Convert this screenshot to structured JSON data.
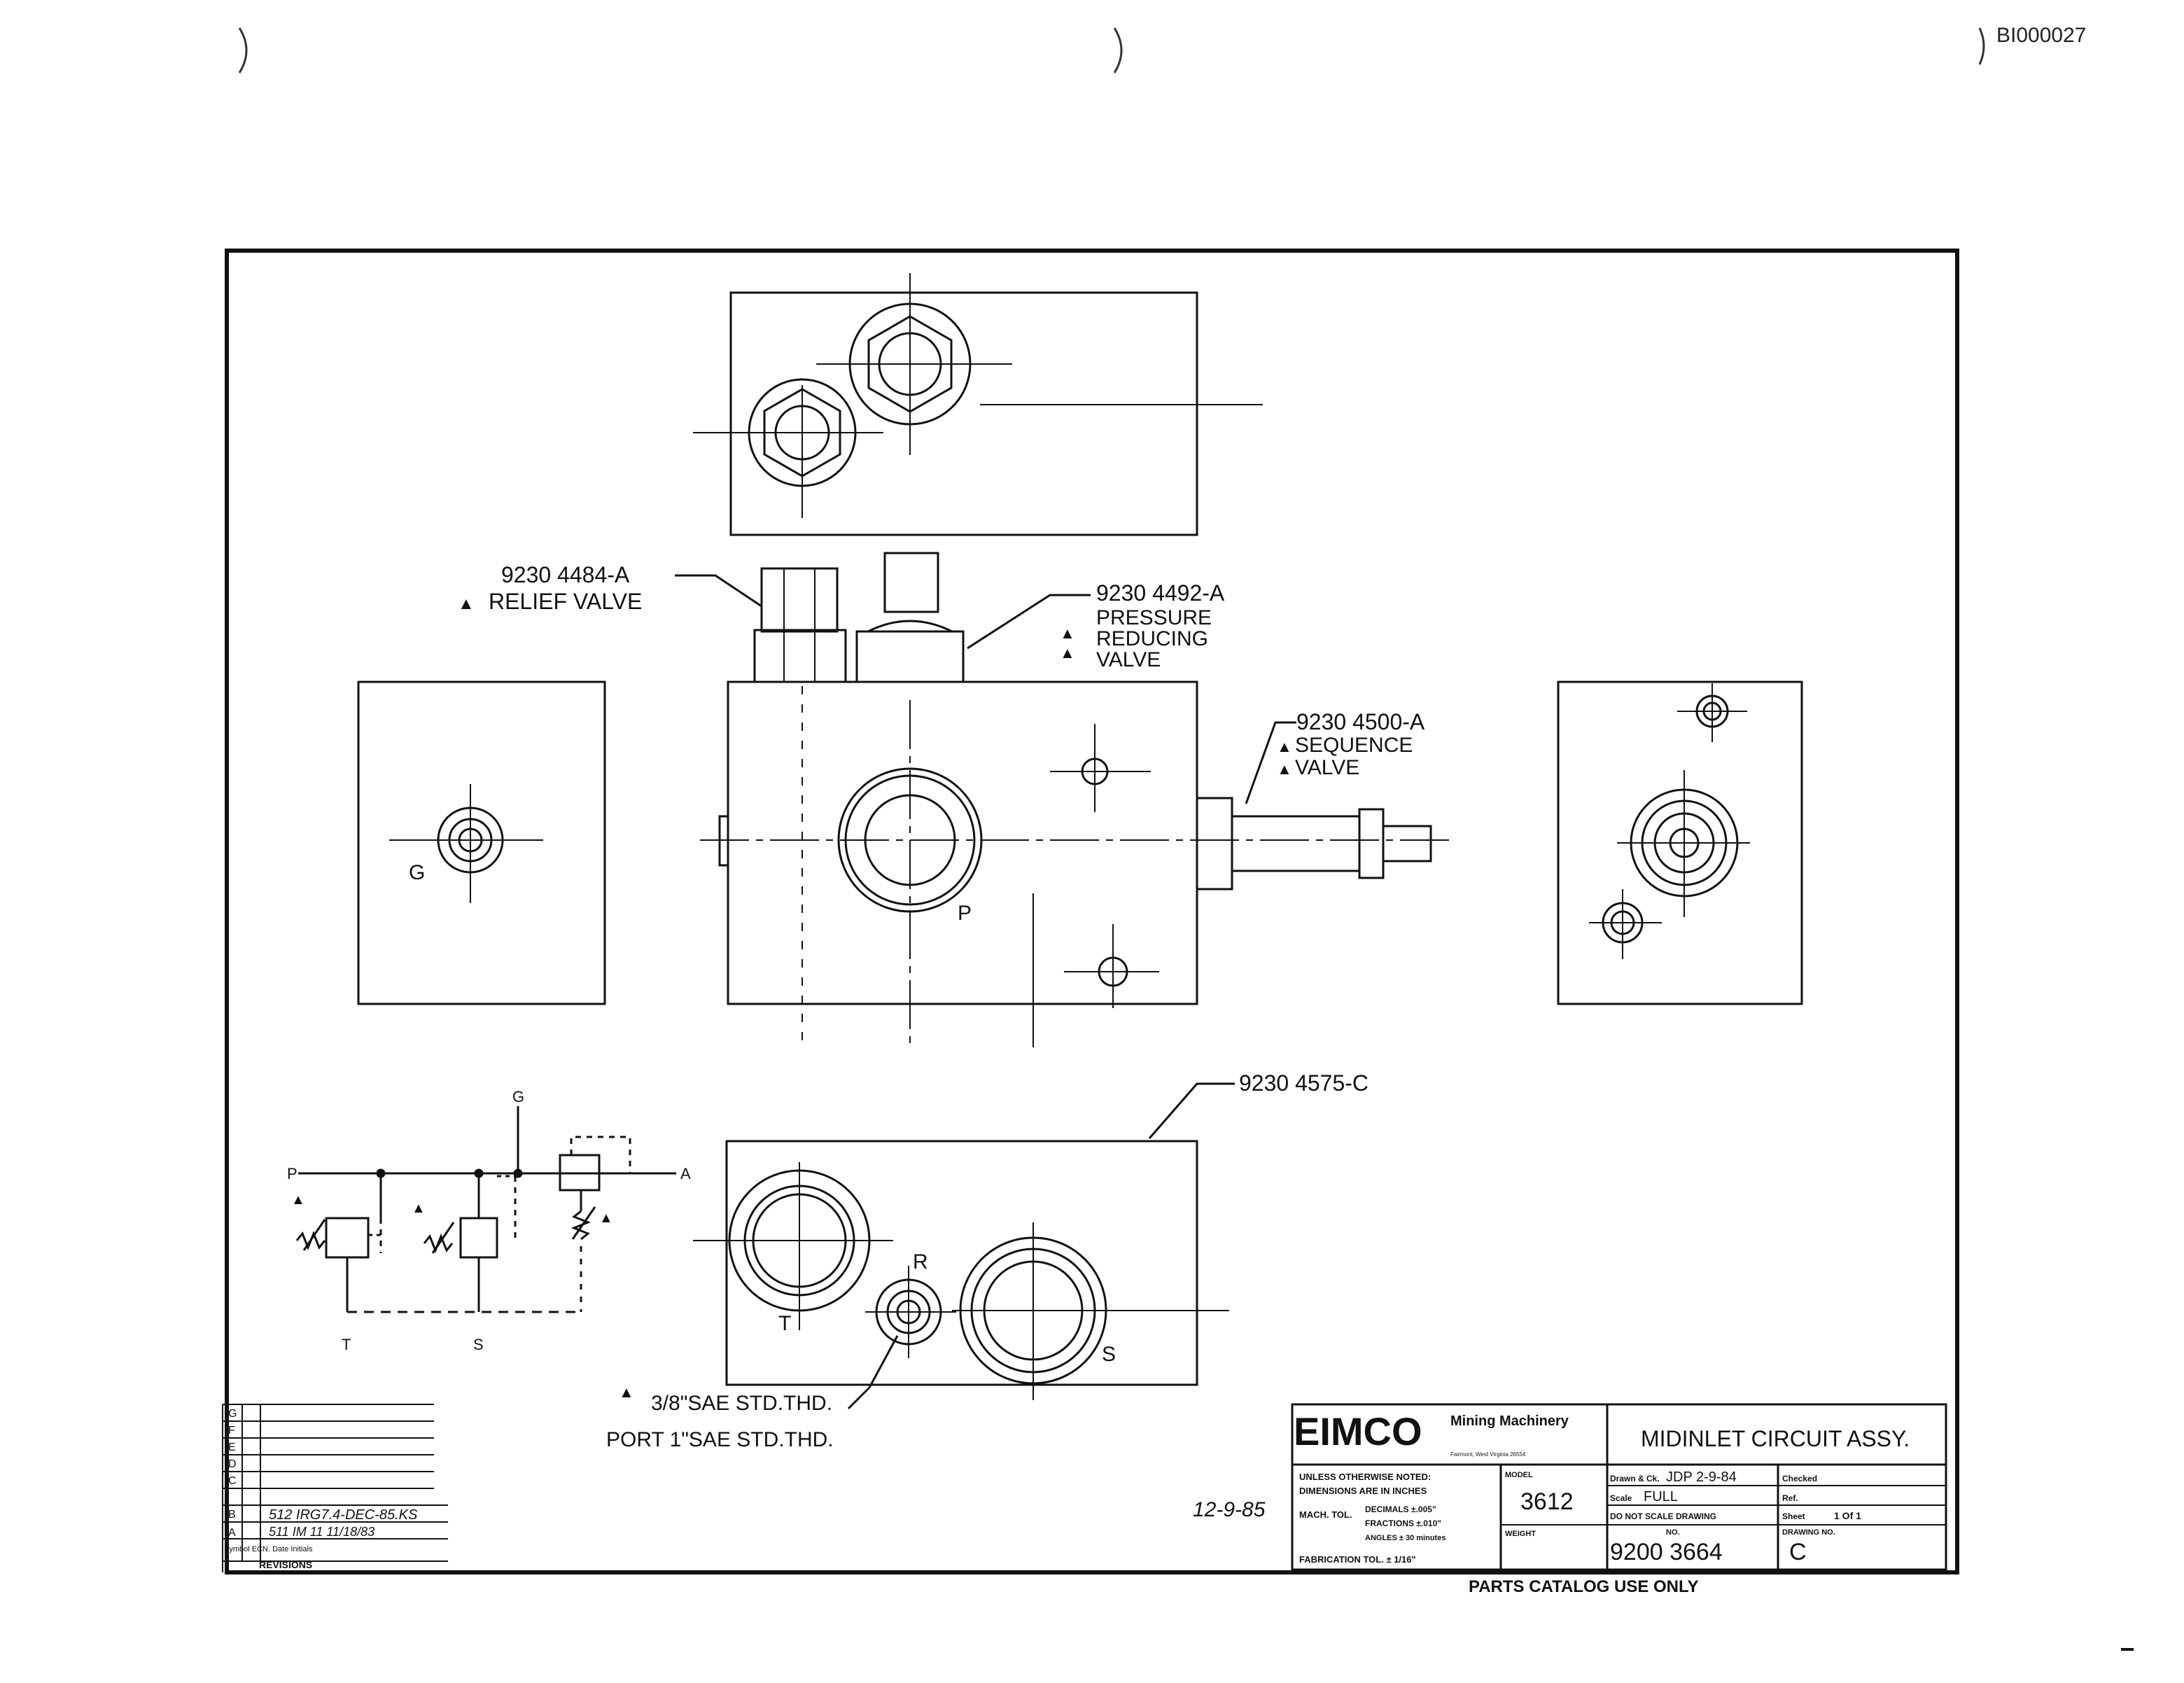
{
  "document_id": "BI000027",
  "callouts": {
    "relief_valve": {
      "part": "9230 4484-A",
      "desc": "RELIEF VALVE"
    },
    "pressure_reducing_valve": {
      "part": "9230 4492-A",
      "desc": [
        "PRESSURE",
        "REDUCING",
        "VALVE"
      ]
    },
    "sequence_valve": {
      "part": "9230 4500-A",
      "desc": [
        "SEQUENCE",
        "VALVE"
      ]
    },
    "manifold_block": {
      "part": "9230 4575-C"
    },
    "port_note": {
      "line1": "3/8\"SAE STD.THD.",
      "line2": "PORT 1\"SAE STD.THD."
    }
  },
  "port_labels": {
    "g": "G",
    "p": "P",
    "r": "R",
    "t": "T",
    "s": "S"
  },
  "schematic_labels": {
    "p": "P",
    "a": "A",
    "g": "G",
    "t": "T",
    "s": "S"
  },
  "revisions": {
    "rows": [
      "G",
      "F",
      "E",
      "D",
      "C",
      "B",
      "A"
    ],
    "entry_b": "512 IRG7.4-DEC-85.KS",
    "entry_a": "511 IM 11 11/18/83",
    "footer_cols": "Symbol ECN. Date Initials",
    "footer": "REVISIONS"
  },
  "handwritten_date": "12-9-85",
  "title_block": {
    "company": "EIMCO",
    "division": "Mining Machinery",
    "address": "Fairmont, West Virginia 26554",
    "title": "MIDINLET CIRCUIT ASSY.",
    "notes_header": "UNLESS OTHERWISE NOTED:",
    "dimensions_note": "DIMENSIONS ARE IN INCHES",
    "mach_tol": "MACH. TOL.",
    "decimals": "DECIMALS ±.005\"",
    "fractions": "FRACTIONS ±.010\"",
    "angles": "ANGLES ± 30 minutes",
    "fab_tol": "FABRICATION TOL. ± 1/16\"",
    "model_label": "MODEL",
    "model": "3612",
    "weight_label": "WEIGHT",
    "drawn_label": "Drawn & Ck.",
    "drawn_value": "JDP 2-9-84",
    "checked_label": "Checked",
    "scale_label": "Scale",
    "scale_value": "FULL",
    "ref_label": "Ref.",
    "no_scale": "DO NOT SCALE DRAWING",
    "sheet_label": "Sheet",
    "sheet_value": "1 Of 1",
    "no_label": "NO.",
    "drawing_no_label": "DRAWING NO.",
    "part_number": "9200 3664",
    "revision": "C"
  },
  "catalog_note": "PARTS CATALOG USE ONLY"
}
